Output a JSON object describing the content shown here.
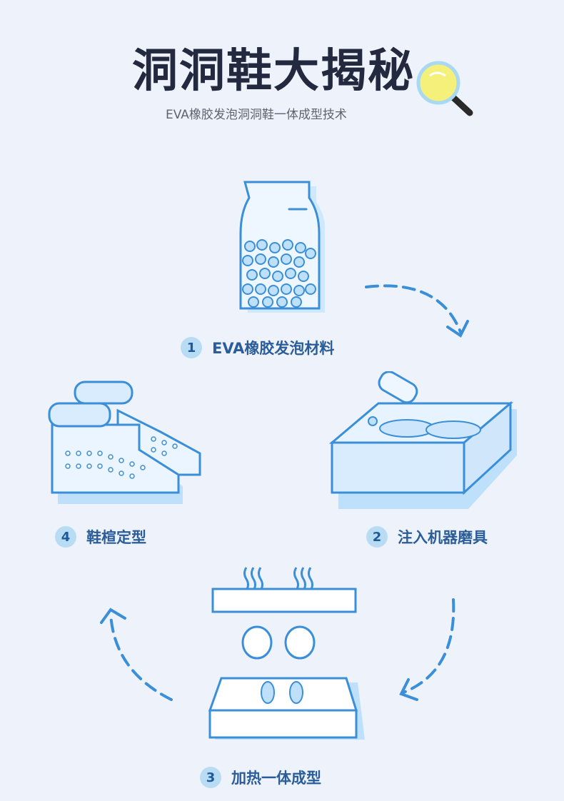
{
  "title": "洞洞鞋大揭秘",
  "subtitle": "EVA橡胶发泡洞洞鞋一体成型技术",
  "steps": [
    {
      "number": "1",
      "label": "EVA橡胶发泡材料"
    },
    {
      "number": "2",
      "label": "注入机器磨具"
    },
    {
      "number": "3",
      "label": "加热一体成型"
    },
    {
      "number": "4",
      "label": "鞋楦定型"
    }
  ],
  "colors": {
    "line": "#3a8fd8",
    "fill": "#bfe0fb",
    "text": "#2a5d9a",
    "title": "#232a3f"
  }
}
